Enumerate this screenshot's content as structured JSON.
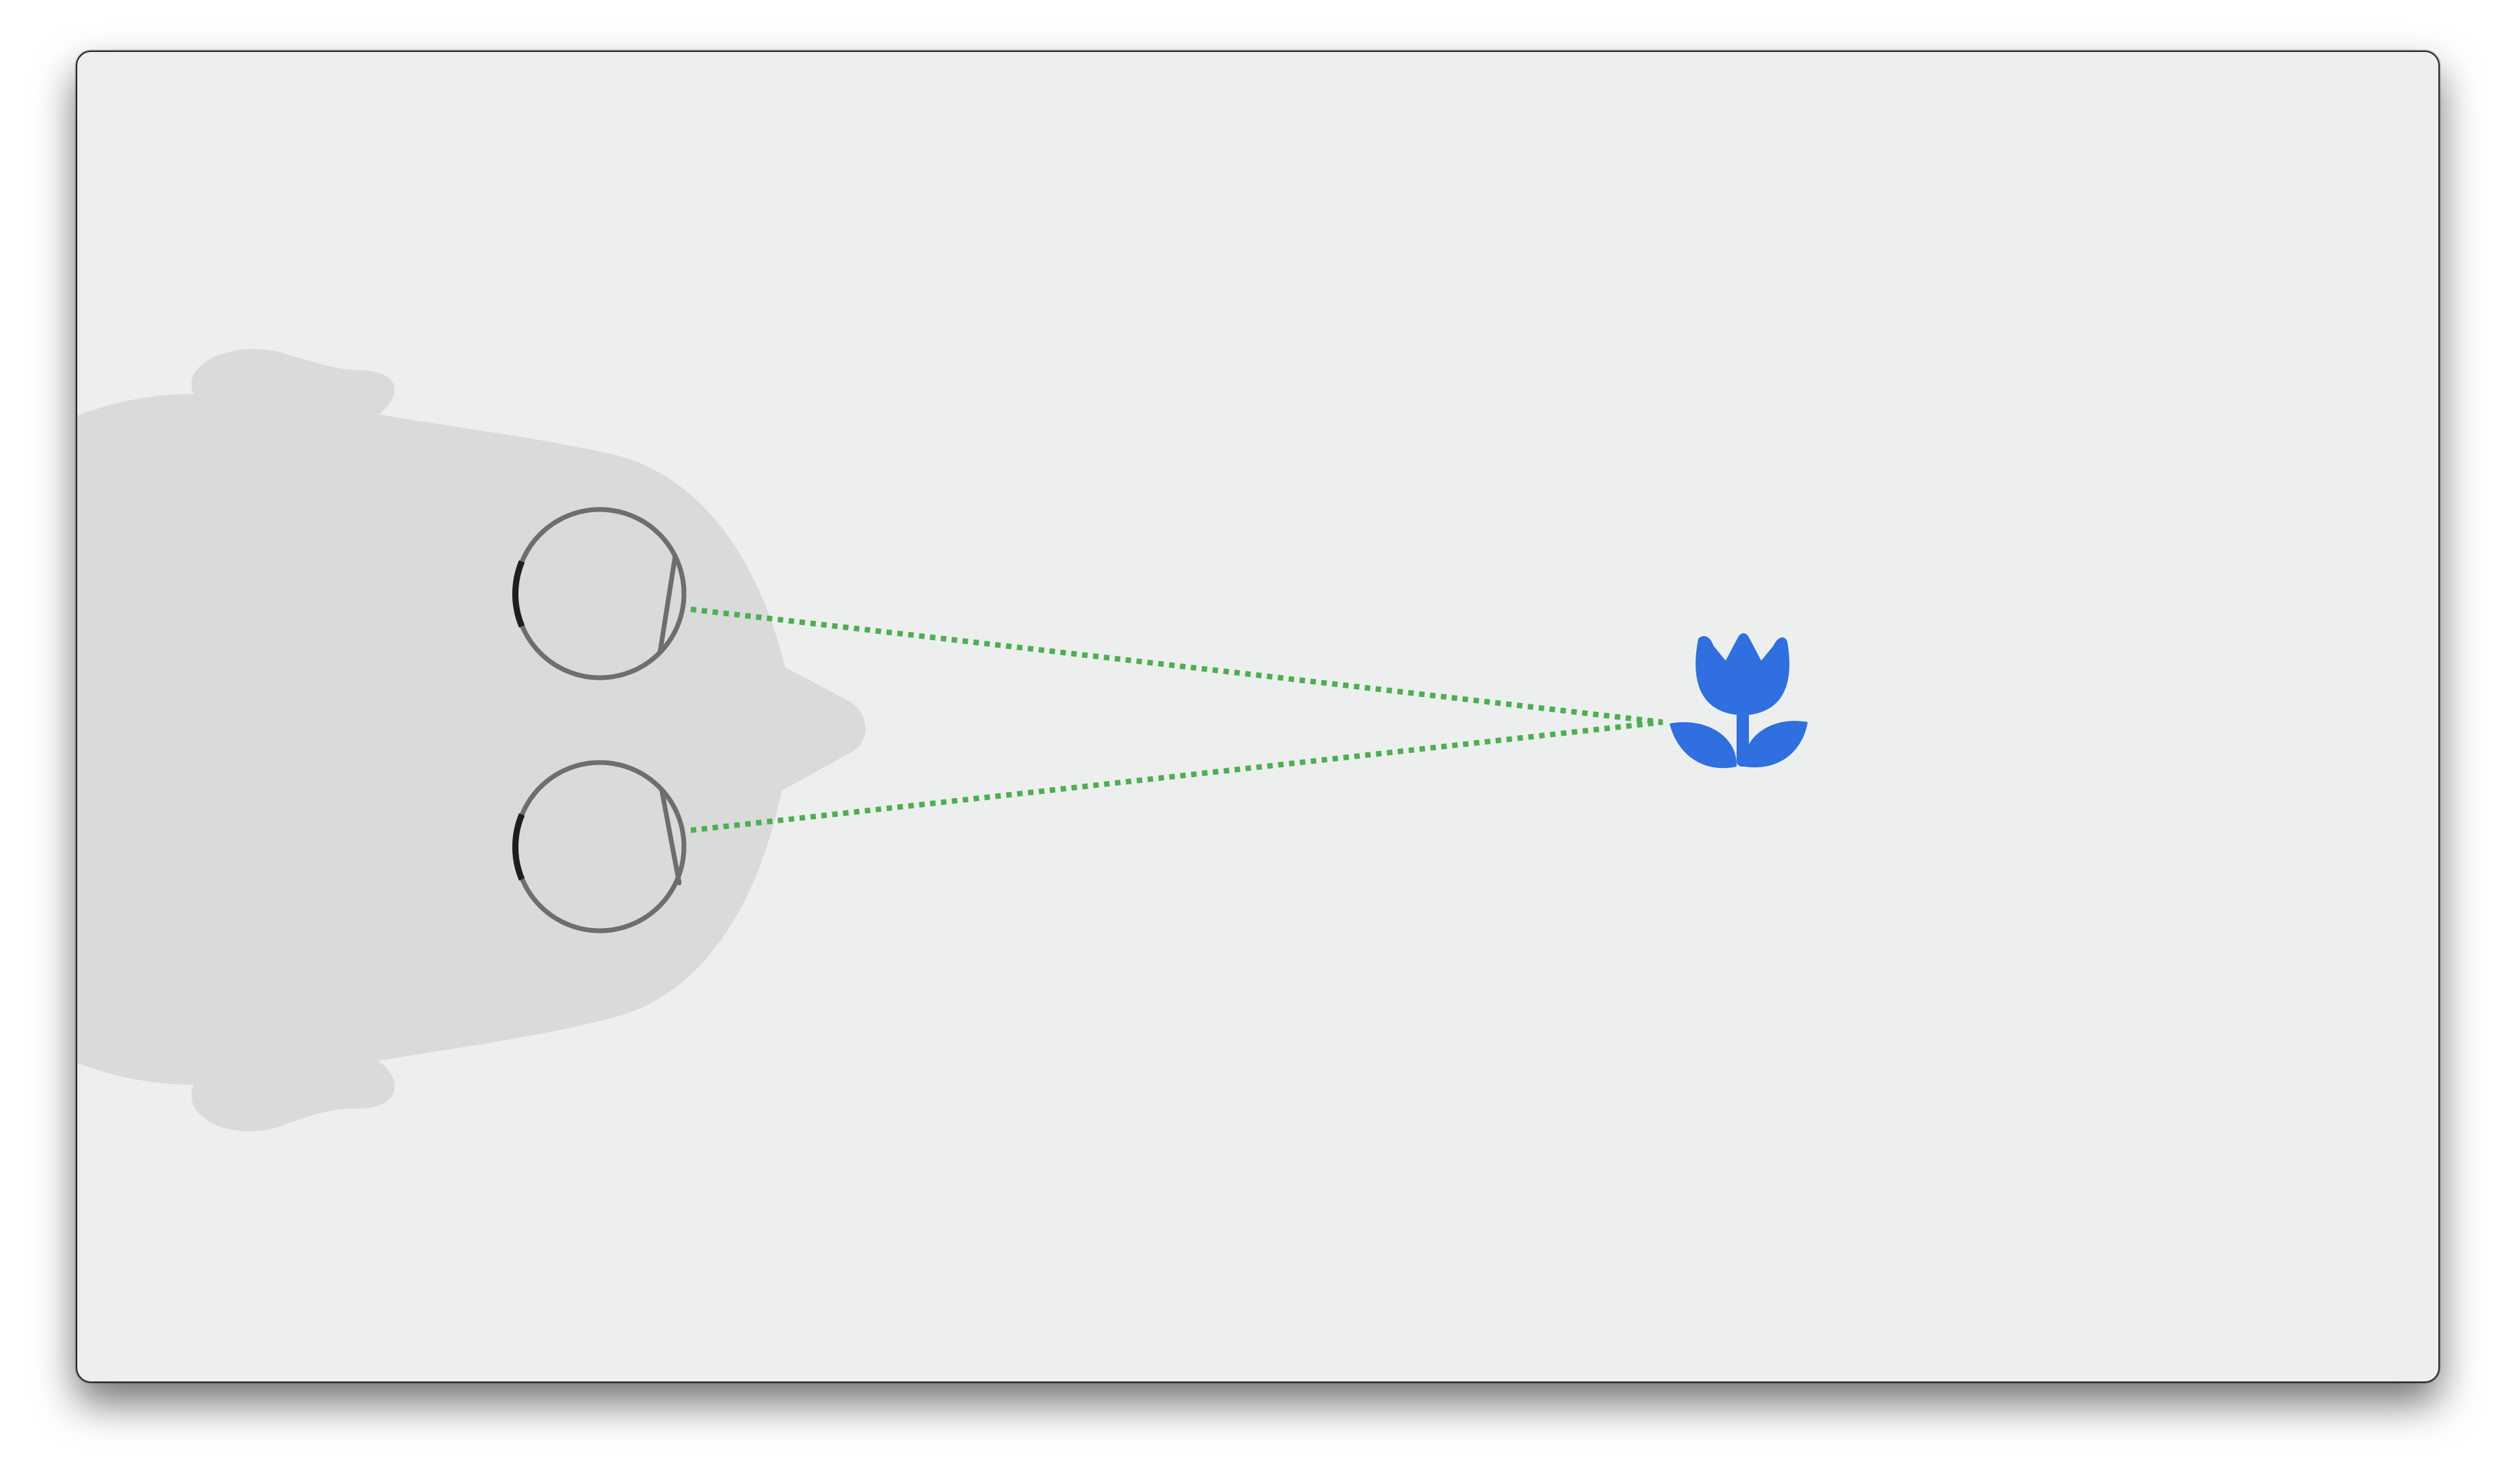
{
  "diagram": {
    "subject": "binocular-vision-convergence",
    "colors": {
      "window_background": "#edefef",
      "head_fill": "#d9dbdb",
      "eye_stroke": "#6e6e6e",
      "eye_pupil_edge": "#1e1e1e",
      "sight_line": "#4caf50",
      "flower": "#2f6fe0"
    },
    "icons": {
      "head": "head-top-view-icon",
      "left_eye": "eyeball-icon",
      "right_eye": "eyeball-icon",
      "target": "tulip-flower-icon"
    },
    "sight_lines": {
      "style": "dotted",
      "count": 2
    }
  }
}
